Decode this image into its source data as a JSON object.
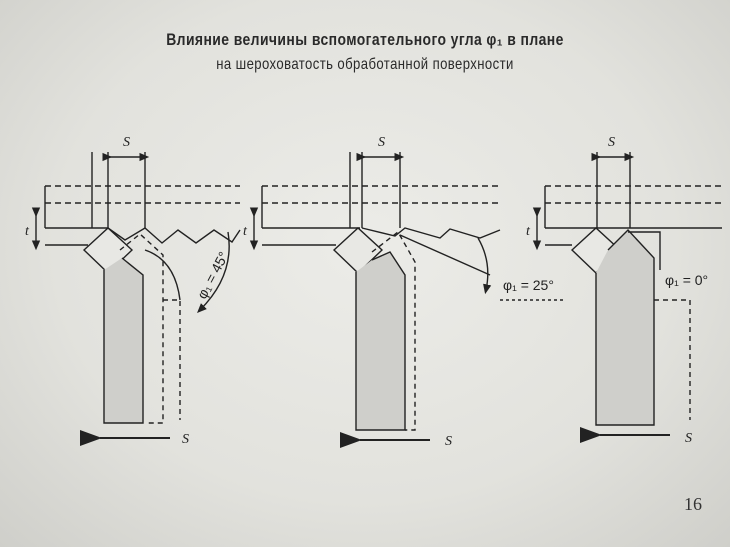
{
  "title": {
    "line1": "Влияние величины вспомогательного угла φ₁ в плане",
    "line2": "на шероховатость обработанной поверхности"
  },
  "page_number": "16",
  "diagrams": [
    {
      "feed_label": "S",
      "depth_label": "t",
      "angle_label": "φ₁ = 45°",
      "bottom_feed_label": "S"
    },
    {
      "feed_label": "S",
      "depth_label": "t",
      "angle_label": "φ₁ = 25°",
      "bottom_feed_label": "S"
    },
    {
      "feed_label": "S",
      "depth_label": "t",
      "angle_label": "φ₁ = 0°",
      "bottom_feed_label": "S"
    }
  ]
}
